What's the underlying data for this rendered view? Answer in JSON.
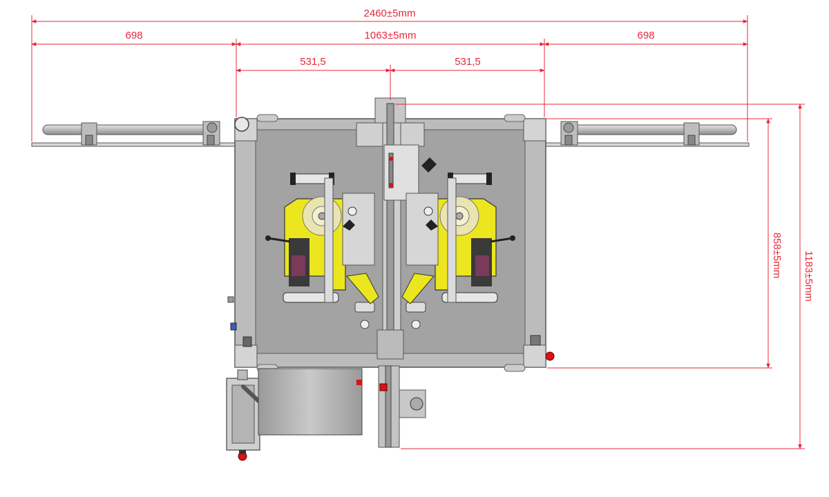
{
  "dimensions": {
    "overall_width": "2460±5mm",
    "conveyor_left": "698",
    "frame_width": "1063±5mm",
    "conveyor_right": "698",
    "half_left": "531,5",
    "half_right": "531,5",
    "frame_depth": "858±5mm",
    "overall_depth": "1183±5mm"
  },
  "colors": {
    "dimension_line": "#e8283a",
    "frame_fill": "#a3a3a3",
    "frame_border": "#5a5a5a",
    "rail_fill": "#c8c8c8",
    "applicator_yellow": "#ebe61e",
    "background": "#ffffff"
  }
}
